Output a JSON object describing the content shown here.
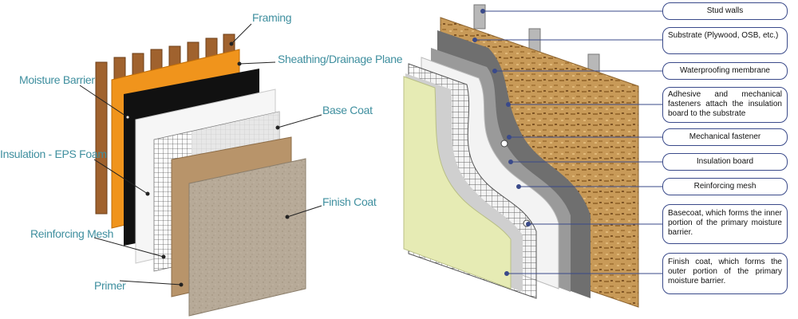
{
  "left": {
    "label_color": "#3f8f9f",
    "labels": {
      "framing": "Framing",
      "sheathing": "Sheathing/Drainage Plane",
      "moisture_barrier": "Moisture Barrier",
      "base_coat": "Base Coat",
      "insulation": "Insulation - EPS Foam",
      "finish_coat": "Finish Coat",
      "reinforcing_mesh": "Reinforcing Mesh",
      "primer": "Primer"
    }
  },
  "right": {
    "callouts": {
      "stud_walls": "Stud walls",
      "substrate": "Substrate (Plywood, OSB, etc.)",
      "waterproofing": "Waterproofing membrane",
      "adhesive": "Adhesive and mechanical fasteners attach the insulation board to the substrate",
      "mechanical_fastener": "Mechanical fastener",
      "insulation_board": "Insulation board",
      "reinforcing_mesh": "Reinforcing mesh",
      "basecoat": "Basecoat, which forms the inner portion of the primary moisture barrier.",
      "finish_coat": "Finish coat, which forms the outer portion of the primary moisture barrier."
    }
  },
  "colors": {
    "framing": "#a0622e",
    "sheathing": "#f0941c",
    "moisture_barrier": "#111111",
    "insulation": "#f4f4f4",
    "base_coat": "#e6e6e6",
    "primer": "#b8946a",
    "finish_coat": "#b7aa98",
    "osb": "#c89a58",
    "membrane": "#6f6f6f",
    "finish_green": "#e6ebb4",
    "callout_border": "#3a4a8a"
  }
}
